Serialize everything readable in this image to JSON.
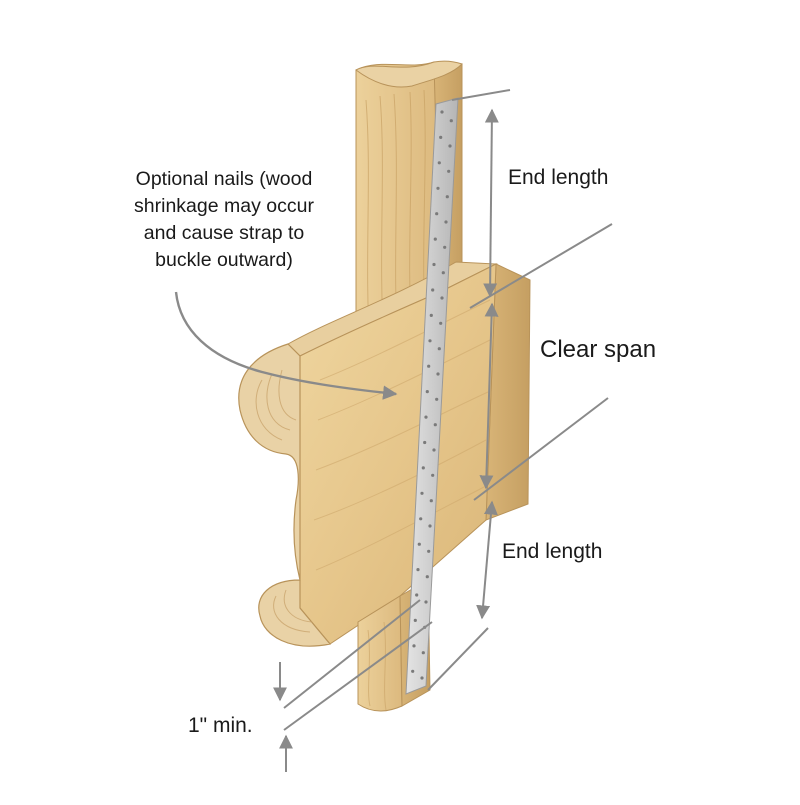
{
  "labels": {
    "callout": "Optional nails (wood\nshrinkage may occur\nand cause strap to\nbuckle outward)",
    "end_length_top": "End length",
    "clear_span": "Clear span",
    "end_length_bottom": "End length",
    "min_clearance": "1\" min."
  },
  "colors": {
    "wood_face": "#e6c98f",
    "wood_side": "#d4b174",
    "wood_end": "#e9d2a6",
    "strap": "#cfcfcf",
    "dimension_line": "#8a8a8a"
  }
}
